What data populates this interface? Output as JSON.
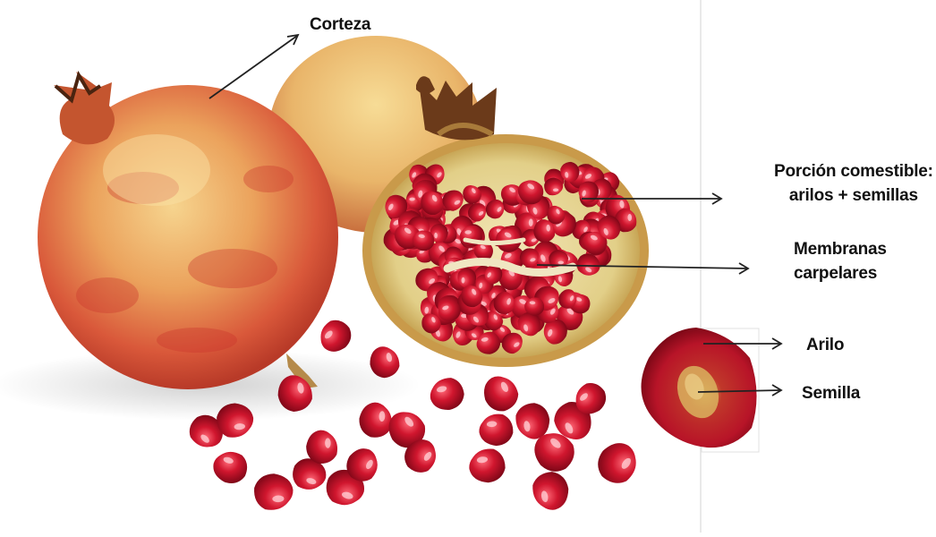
{
  "labels": {
    "corteza": "Corteza",
    "porcion_line1": "Porción comestible:",
    "porcion_line2": "arilos + semillas",
    "membranas_line1": "Membranas",
    "membranas_line2": "carpelares",
    "arilo": "Arilo",
    "semilla": "Semilla"
  },
  "colors": {
    "rind_light": "#f2c27a",
    "rind_red": "#d9543a",
    "aril_red": "#c8102e",
    "aril_dark": "#7a0616",
    "pith": "#e8d9a0",
    "arrow": "#222222",
    "divider": "#dddddd"
  }
}
